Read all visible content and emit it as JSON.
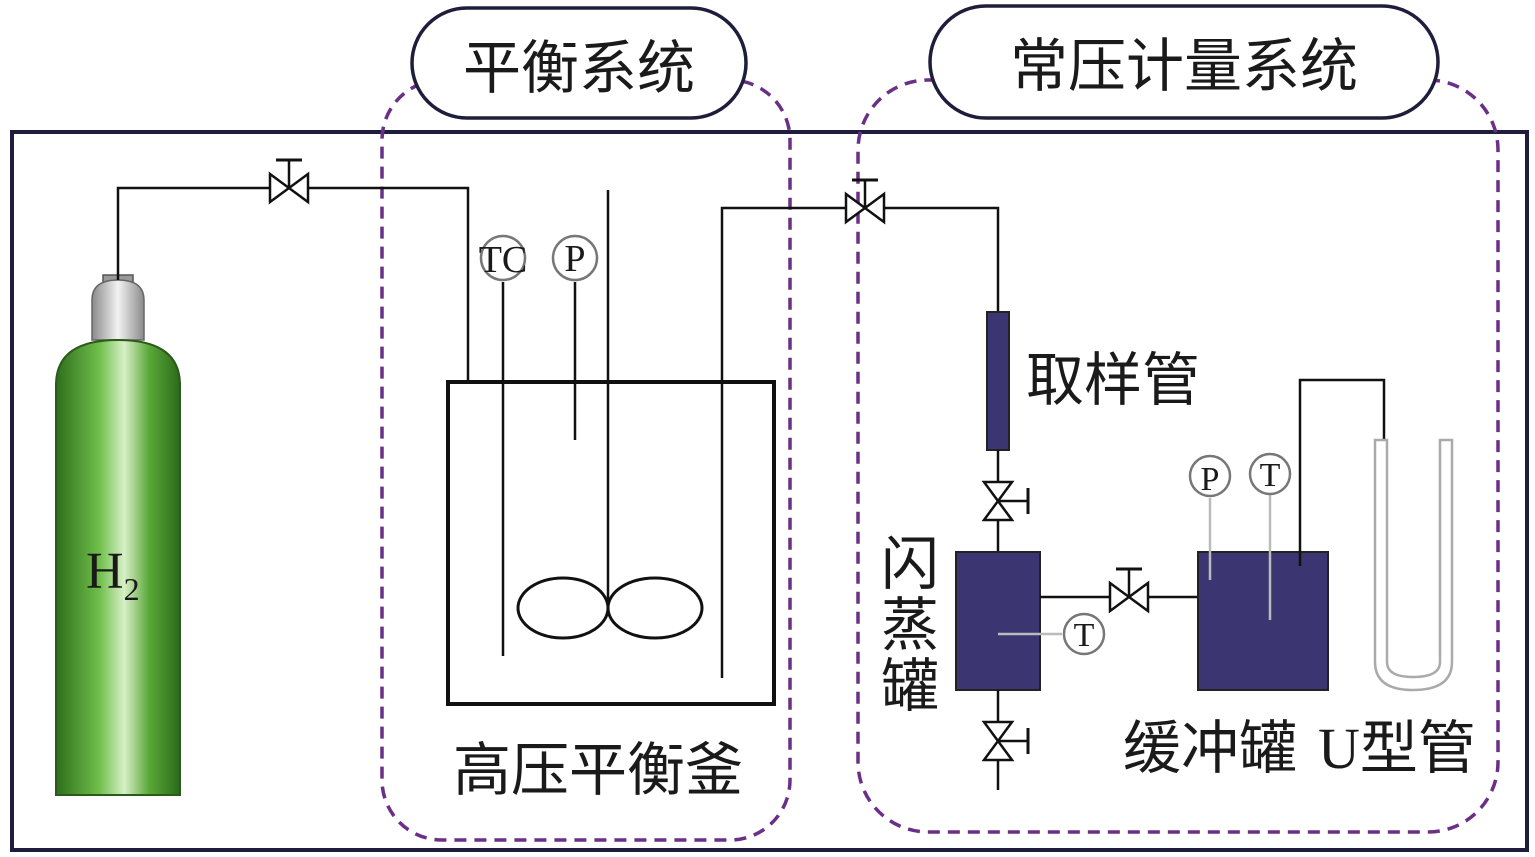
{
  "systems": {
    "balance": "平衡系统",
    "atmospheric": "常压计量系统"
  },
  "components": {
    "gas_cylinder": "H",
    "gas_cylinder_sub": "2",
    "reactor": "高压平衡釜",
    "sampling_tube": "取样管",
    "flash_tank_chars": [
      "闪",
      "蒸",
      "罐"
    ],
    "buffer_tank": "缓冲罐",
    "u_tube": "U型管"
  },
  "gauges": {
    "thermocouple": "TC",
    "pressure": "P",
    "temperature": "T"
  },
  "colors": {
    "frame": "#1e1e3c",
    "dashed_border": "#6a2f86",
    "vessel": "#3b3572",
    "cylinder": "#5aa838"
  }
}
